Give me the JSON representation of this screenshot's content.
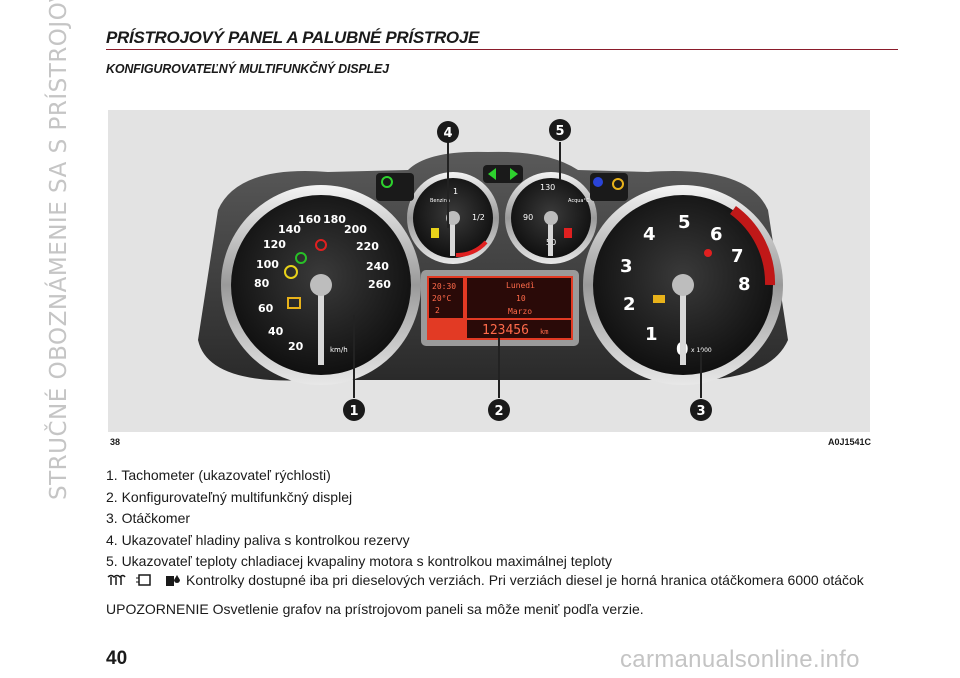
{
  "side_title": "STRUČNÉ OBOZNÁMENIE SA S PRÍSTROJOVOU",
  "section_title": "PRÍSTROJOVÝ PANEL A PALUBNÉ PRÍSTROJE",
  "sub_title": "KONFIGUROVATEĽNÝ MULTIFUNKČNÝ DISPLEJ",
  "figure": {
    "label_left": "38",
    "label_right": "A0J1541C",
    "callouts": [
      "1",
      "2",
      "3",
      "4",
      "5"
    ],
    "speedo_ticks": [
      "20",
      "40",
      "60",
      "80",
      "100",
      "120",
      "140",
      "160",
      "180",
      "200",
      "220",
      "240",
      "260"
    ],
    "speedo_unit": "km/h",
    "tacho_ticks": [
      "0",
      "1",
      "2",
      "3",
      "4",
      "5",
      "6",
      "7",
      "8"
    ],
    "tacho_unit": "x 1000",
    "fuel_labels": [
      "Benzina",
      "1",
      "1/2"
    ],
    "temp_labels": [
      "Acqua°C",
      "130",
      "90",
      "50"
    ],
    "display": {
      "time": "20:30",
      "temp": "20°C",
      "gear": "2",
      "day": "Lunedì",
      "date": "10",
      "month": "Marzo",
      "odometer": "123456",
      "odo_unit": "km"
    }
  },
  "list": [
    "1. Tachometer (ukazovateľ rýchlosti)",
    "2. Konfigurovateľný multifunkčný displej",
    "3. Otáčkomer",
    "4. Ukazovateľ hladiny paliva s kontrolkou rezervy",
    "5. Ukazovateľ teploty chladiacej kvapaliny motora s kontrolkou maximálnej teploty"
  ],
  "note": "Kontrolky dostupné iba pri dieselových verziách. Pri verziách diesel je horná hranica otáčkomera 6000 otáčok",
  "warning": "UPOZORNENIE Osvetlenie grafov na prístrojovom paneli sa môže meniť podľa verzie.",
  "page_number": "40",
  "watermark": "carmanualsonline.info",
  "colors": {
    "rule": "#8a1c2b",
    "display_bg": "#e23a24",
    "display_text": "#ff6a4a"
  }
}
